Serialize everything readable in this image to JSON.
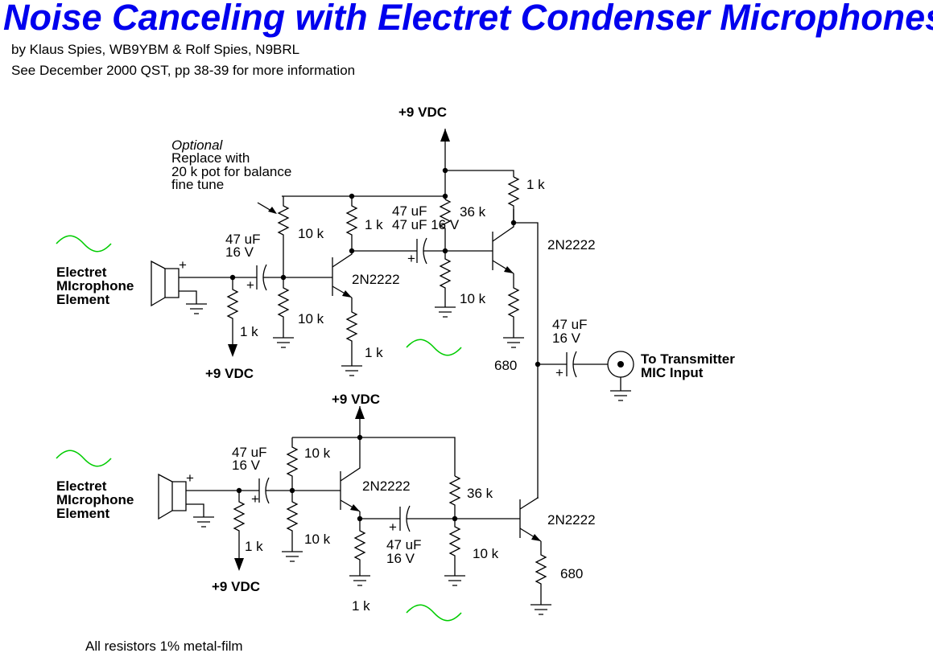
{
  "title": "Noise Canceling with Electret Condenser Microphones",
  "byline": "by Klaus Spies, WB9YBM & Rolf Spies, N9BRL",
  "reference": "See December 2000 QST, pp 38-39 for more information",
  "footnote": "All resistors 1% metal-film",
  "supply": "+9 VDC",
  "note": {
    "title": "Optional",
    "lines": [
      "Replace with",
      "20 k pot for balance",
      "fine tune"
    ]
  },
  "mic": {
    "lines": [
      "Electret",
      "MIcrophone",
      "Element"
    ]
  },
  "output": {
    "lines": [
      "To Transmitter",
      "MIC Input"
    ]
  },
  "components": {
    "transistor": "2N2222",
    "r_10k": "10 k",
    "r_1k": "1 k",
    "r_36k": "36 k",
    "r_680": "680",
    "cap_value": "47 uF",
    "cap_voltage": "16 V",
    "cap_combined": "47 uF 16 V",
    "plus": "+"
  },
  "colors": {
    "title": "#0000ee",
    "wave": "#00cc00",
    "wire": "#000000"
  }
}
